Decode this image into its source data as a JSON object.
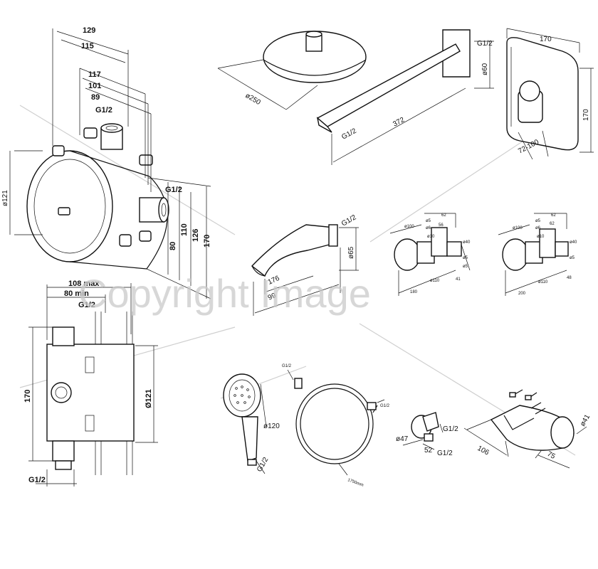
{
  "watermark": "Copyright Image",
  "box_iso": {
    "d129": "129",
    "d115": "115",
    "d117": "117",
    "d101": "101",
    "d89": "89",
    "g_top": "G1/2",
    "g_side": "G1/2",
    "d121": "ø121",
    "d80": "80",
    "d110": "110",
    "d126": "126",
    "d170": "170"
  },
  "box_side": {
    "max": "108 max",
    "min": "80 min",
    "g_top": "G1/2",
    "h170": "170",
    "d121": "Ø121",
    "g_bottom": "G1/2"
  },
  "head": {
    "diam": "ø250"
  },
  "arm": {
    "g_end": "G1/2",
    "d60": "ø60",
    "len": "372",
    "g_base": "G1/2"
  },
  "plate": {
    "w": "170",
    "h": "170",
    "range": "72-100"
  },
  "spout": {
    "g": "G1/2",
    "d65": "ø65",
    "d176": "176",
    "d99": "99"
  },
  "valve_a": {
    "labels": [
      "62",
      "56",
      "ø100",
      "ø5",
      "ø6",
      "ø10",
      "ø40",
      "ø5",
      "ø5",
      "ø110",
      "180",
      "41"
    ]
  },
  "valve_b": {
    "labels": [
      "62",
      "62",
      "ø100",
      "ø5",
      "ø6",
      "ø10",
      "ø40",
      "ø5",
      "ø110",
      "200",
      "48"
    ]
  },
  "handshower": {
    "d120": "ø120",
    "g": "G1/2"
  },
  "hose": {
    "g_top": "G1/2",
    "g_right": "G1/2",
    "len": "1750mm"
  },
  "elbow": {
    "d47": "ø47",
    "g_right": "G1/2",
    "d52": "52",
    "g_bottom": "G1/2"
  },
  "holder": {
    "d41": "ø41",
    "d106": "106",
    "d75": "75"
  }
}
